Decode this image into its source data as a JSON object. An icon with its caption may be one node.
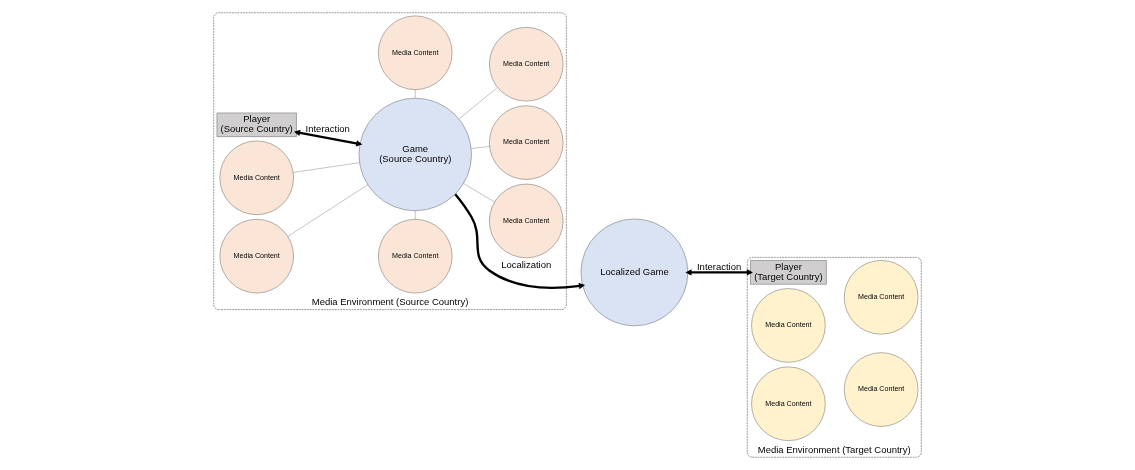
{
  "diagram": {
    "nodes": [
      {
        "text": [
          "Media Environment (Source Country)"
        ]
      },
      {
        "text": [
          "Media Environment (Target Country)"
        ]
      },
      {
        "text": [
          "Player",
          "(Source Country)"
        ],
        "in": 0
      },
      {
        "text": [
          "Game",
          "(Source Country)"
        ],
        "in": 0
      },
      {
        "text": [
          "Localized Game"
        ]
      },
      {
        "text": [
          "Player",
          "(Target Country)"
        ],
        "in": 1
      },
      {
        "text": [
          "Media Content"
        ],
        "in": 0
      },
      {
        "text": [
          "Media Content"
        ],
        "in": 0
      },
      {
        "text": [
          "Media Content"
        ],
        "in": 0
      },
      {
        "text": [
          "Media Content"
        ],
        "in": 1
      },
      {
        "text": [
          "Media Content"
        ],
        "in": 1
      },
      {
        "text": [
          "Media Content"
        ],
        "in": 0
      },
      {
        "text": [
          "Media Content"
        ],
        "in": 0
      },
      {
        "text": [
          "Media Content"
        ],
        "in": 0
      },
      {
        "text": [
          "Media Content"
        ],
        "in": 0
      },
      {
        "text": [
          "Media Content"
        ],
        "in": 1
      },
      {
        "text": [
          "Media Content"
        ],
        "in": 1
      }
    ],
    "edges": [
      {
        "from": 2,
        "to": 3,
        "arrow": "both",
        "label": "Interaction",
        "style": "thick"
      },
      {
        "from": 3,
        "to": 4,
        "arrow": "to",
        "label": "Localization",
        "style": "thick"
      },
      {
        "from": 4,
        "to": 5,
        "arrow": "both",
        "label": "Interaction",
        "style": "thick"
      },
      {
        "from": 3,
        "to": 6,
        "arrow": "none"
      },
      {
        "from": 3,
        "to": 7,
        "arrow": "none"
      },
      {
        "from": 3,
        "to": 8,
        "arrow": "none"
      },
      {
        "from": 3,
        "to": 11,
        "arrow": "none"
      },
      {
        "from": 3,
        "to": 12,
        "arrow": "none"
      },
      {
        "from": 3,
        "to": 13,
        "arrow": "none"
      },
      {
        "from": 3,
        "to": 14,
        "arrow": "none"
      }
    ]
  }
}
